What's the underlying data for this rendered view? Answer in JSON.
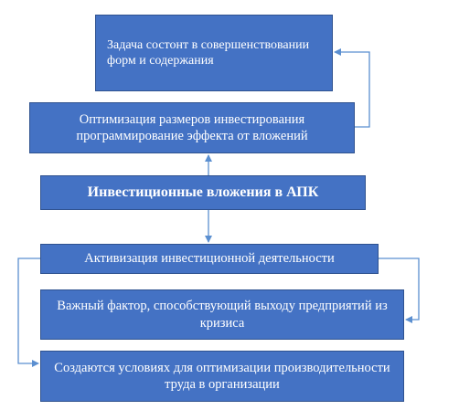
{
  "diagram": {
    "boxes": {
      "task": "Задача состонт в совершенствовании форм и содержания",
      "optimization": "Оптимизация размеров инвестирования программирование эффекта от вложений",
      "investments": "Инвестиционные вложения в АПК",
      "activation": "Активизация инвестиционной деятельности",
      "factor": "Важный фактор, способствующий выходу предприятий из кризиса",
      "conditions": "Создаются условиях для оптимизации производительности труда в организации"
    },
    "colors": {
      "box_fill": "#4472c4",
      "box_border": "#2f528f",
      "box_text": "#ffffff",
      "connector": "#5b8fd0"
    }
  }
}
